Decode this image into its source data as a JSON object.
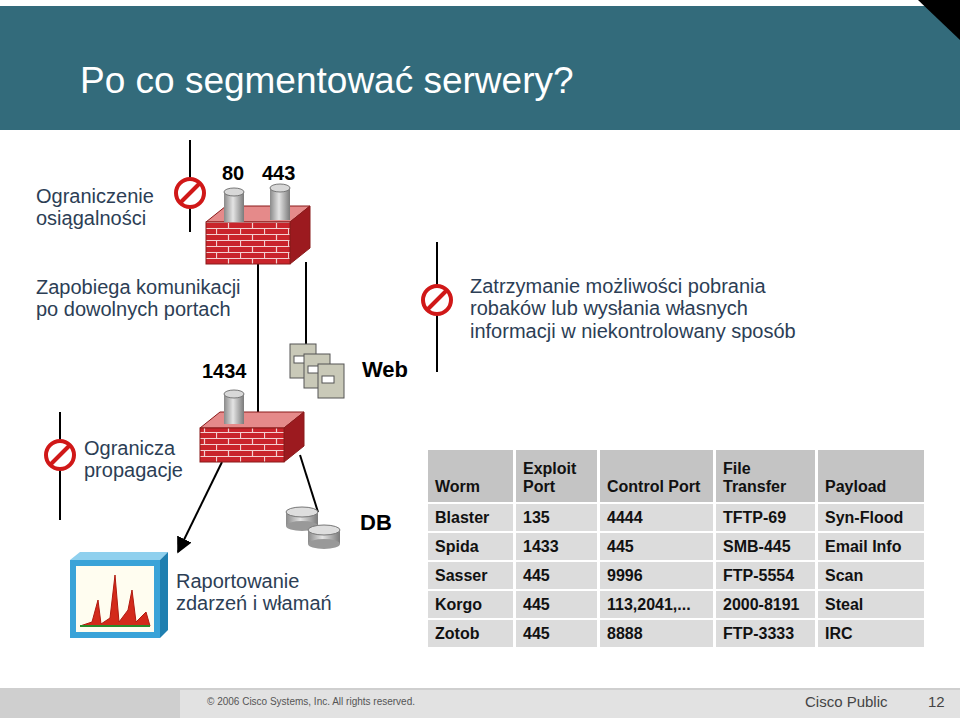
{
  "diagram": {
    "title": "Po co segmentować serwery?",
    "labels": [
      "80",
      "443",
      "Ograniczenie osiągalności",
      "Zapobiega komunikacji po dowolnych portach",
      "1434",
      "Web",
      "Zatrzymanie możliwości pobrania robaków lub wysłania własnych informacji w niekontrolowany sposób",
      "Ogranicza propagacje",
      "DB",
      "Raportowanie zdarzeń i włamań",
      "Worm",
      "Exploit Port",
      "Control Port",
      "File Transfer",
      "Payload",
      "Blaster",
      "135",
      "4444",
      "TFTP-69",
      "Syn-Flood",
      "Spida",
      "1433",
      "445",
      "SMB-445",
      "Email Info",
      "Sasser",
      "445",
      "9996",
      "FTP-5554",
      "Scan",
      "Korgo",
      "445",
      "113,2041,...",
      "2000-8191",
      "Steal",
      "Zotob",
      "445",
      "8888",
      "FTP-3333",
      "IRC",
      "© 2006 Cisco Systems, Inc. All rights reserved.",
      "Cisco Public",
      "12"
    ]
  }
}
